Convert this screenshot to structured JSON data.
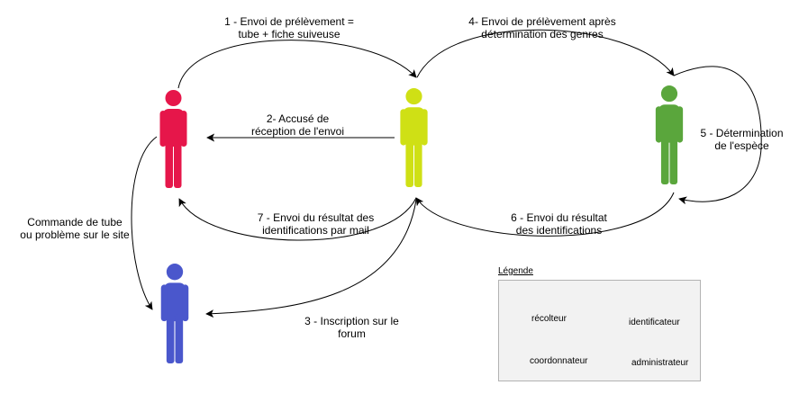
{
  "colors": {
    "recolteur": "#e6164a",
    "coordonnateur": "#cfe015",
    "identificateur": "#5aa63c",
    "administrateur": "#4a57cc",
    "arrow": "#000000"
  },
  "icons": {
    "recolteur": "person-icon",
    "coordonnateur": "person-icon",
    "identificateur": "person-icon",
    "administrateur": "person-icon"
  },
  "labels": {
    "step1": "1 - Envoi de prélèvement =\ntube + fiche suiveuse",
    "step2": "2- Accusé de\nréception de l'envoi",
    "step3": "3 - Inscription sur le\nforum",
    "step4": "4- Envoi de prélèvement après\ndétermination des genres",
    "step5": "5 - Détermination\nde l'espèce",
    "step6": "6 - Envoi du résultat\ndes identifications",
    "step7": "7 - Envoi du résultat des\nidentifications par mail",
    "commande": "Commande de tube\nou problème sur le site"
  },
  "legend": {
    "title": "Légende",
    "items": {
      "recolteur": "récolteur",
      "identificateur": "identificateur",
      "coordonnateur": "coordonnateur",
      "administrateur": "administrateur"
    }
  }
}
